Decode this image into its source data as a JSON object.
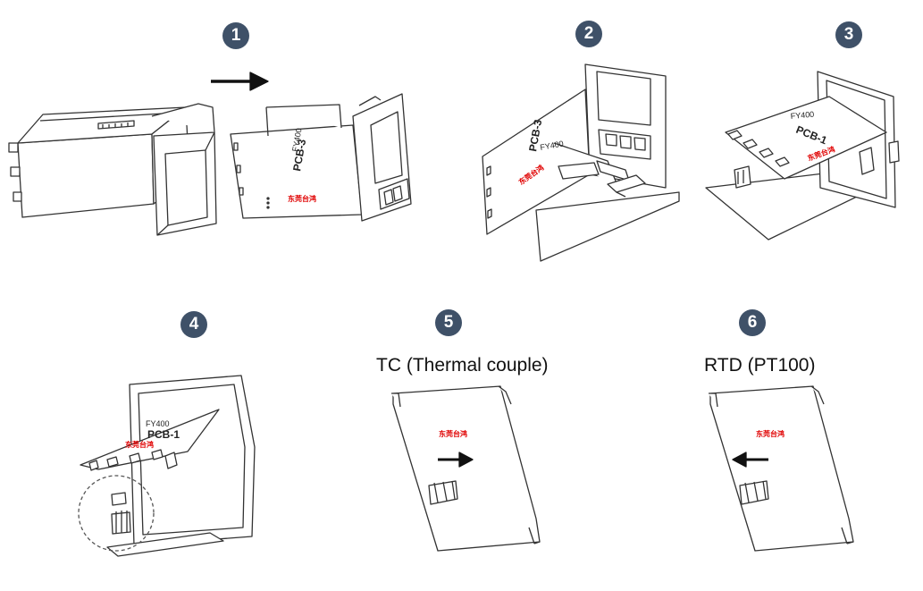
{
  "colors": {
    "badge": "#3f5168",
    "line": "#333333",
    "watermark": "#e00000",
    "fill": "#ffffff"
  },
  "steps": [
    {
      "number": "1"
    },
    {
      "number": "2"
    },
    {
      "number": "3"
    },
    {
      "number": "4"
    },
    {
      "number": "5",
      "caption": "TC (Thermal couple)"
    },
    {
      "number": "6",
      "caption": "RTD (PT100)"
    }
  ],
  "board_labels": {
    "model": "FY400",
    "pcb_front": "PCB-3",
    "pcb_inner": "PCB-1",
    "watermark": "东莞台鸿"
  },
  "icons": [
    "arrow-right-icon",
    "arrow-left-icon"
  ]
}
